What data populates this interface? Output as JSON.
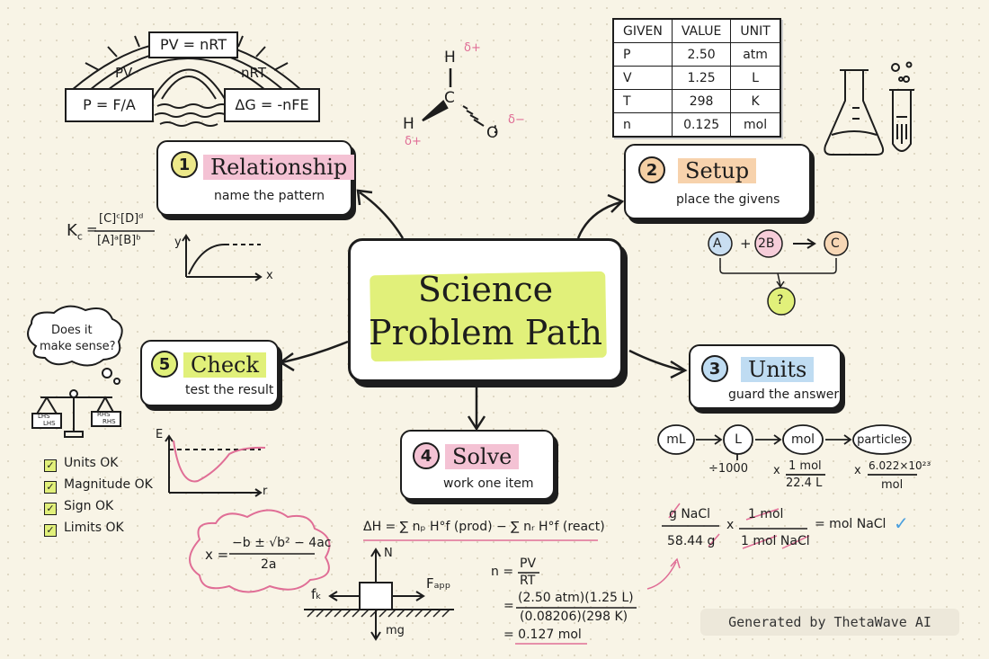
{
  "center": {
    "line1": "Science",
    "line2": "Problem Path"
  },
  "steps": [
    {
      "num": "1",
      "title": "Relationship",
      "sub": "name the pattern",
      "color": "#ece88a",
      "hl": "#f4c2d4"
    },
    {
      "num": "2",
      "title": "Setup",
      "sub": "place the givens",
      "color": "#f4cfa4",
      "hl": "#f7d2ac"
    },
    {
      "num": "3",
      "title": "Units",
      "sub": "guard the answer",
      "color": "#bfdcf2",
      "hl": "#bfdcf2"
    },
    {
      "num": "4",
      "title": "Solve",
      "sub": "work one item",
      "color": "#f4c2d4",
      "hl": "#f4c2d4"
    },
    {
      "num": "5",
      "title": "Check",
      "sub": "test the result",
      "color": "#e1f07a",
      "hl": "#e1f07a"
    }
  ],
  "bridge": {
    "top": "PV = nRT",
    "left_arc": "PV",
    "right_arc": "nRT",
    "left": "P = F/A",
    "right": "ΔG = -nFE"
  },
  "molecule": {
    "h_top": "H",
    "h_left": "H",
    "c": "C",
    "o": "O",
    "d_plus_1": "δ+",
    "d_plus_2": "δ+",
    "d_minus": "δ−"
  },
  "given_table": {
    "headers": [
      "GIVEN",
      "VALUE",
      "UNIT"
    ],
    "rows": [
      [
        "P",
        "2.50",
        "atm"
      ],
      [
        "V",
        "1.25",
        "L"
      ],
      [
        "T",
        "298",
        "K"
      ],
      [
        "n",
        "0.125",
        "mol"
      ]
    ]
  },
  "kc": {
    "k": "K",
    "k_sub": "c",
    "eq": "=",
    "num": "[C]ᶜ[D]ᵈ",
    "den": "[A]ᵃ[B]ᵇ"
  },
  "graph1": {
    "y": "y",
    "x": "x"
  },
  "reaction": {
    "a": "A",
    "plus": "+",
    "b": "2B",
    "c": "C",
    "q": "?"
  },
  "thought": {
    "line1": "Does it",
    "line2": "make sense?"
  },
  "scale": {
    "l1": "LHS",
    "l2": "LHS",
    "r1": "RHS",
    "r2": "RHS"
  },
  "graph2": {
    "y": "E",
    "x": "r"
  },
  "checks": [
    "Units OK",
    "Magnitude OK",
    "Sign OK",
    "Limits OK"
  ],
  "units_chain": {
    "nodes": [
      "mL",
      "L",
      "mol",
      "particles"
    ],
    "f1": "÷1000",
    "f2_x": "x",
    "f2_num": "1 mol",
    "f2_den": "22.4 L",
    "f3_x": "x",
    "f3_num": "6.022×10²³",
    "f3_den": "mol"
  },
  "quadratic": {
    "lhs": "x =",
    "num": "−b ± √b² − 4ac",
    "den": "2a"
  },
  "enthalpy": {
    "text": "ΔH = ∑ nₚ H°f (prod) − ∑ nᵣ H°f (react)"
  },
  "forces": {
    "n": "N",
    "fk": "fₖ",
    "fapp": "Fₐₚₚ",
    "mg": "mg"
  },
  "ideal_gas": {
    "lhs": "n =",
    "num1": "PV",
    "den1": "RT",
    "eq2": "=",
    "num2": "(2.50 atm)(1.25 L)",
    "den2": "(0.08206)(298 K)",
    "result": "= 0.127 mol"
  },
  "nacl": {
    "num1": "g NaCl",
    "den1": "58.44 g",
    "x": "x",
    "num2": "1 mol",
    "den2": "1 mol NaCl",
    "result": "= mol NaCl",
    "tick": "✓"
  },
  "footer": "Generated by ThetaWave AI"
}
